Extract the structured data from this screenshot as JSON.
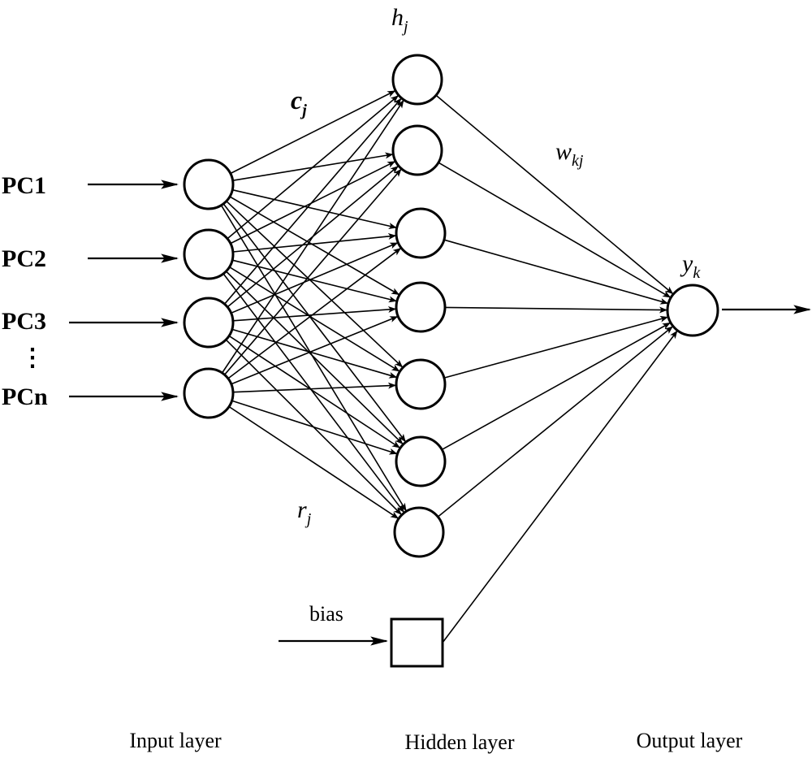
{
  "inputs": {
    "labels": [
      "PC1",
      "PC2",
      "PC3",
      "PCn"
    ],
    "ellipsis": "⋮"
  },
  "labels": {
    "hidden_node": {
      "base": "h",
      "sub": "j"
    },
    "input_hidden_weight_top": {
      "base": "c",
      "sub": "j"
    },
    "input_hidden_weight_bottom": {
      "base": "r",
      "sub": "j"
    },
    "hidden_output_weight": {
      "base": "w",
      "sub": "kj"
    },
    "output_node": {
      "base": "y",
      "sub": "k"
    },
    "bias": "bias"
  },
  "layers": {
    "input": "Input layer",
    "hidden": "Hidden layer",
    "output": "Output layer"
  },
  "network": {
    "input_nodes": 4,
    "hidden_nodes": 7,
    "output_nodes": 1,
    "bias_nodes": 1,
    "fully_connected": true
  }
}
